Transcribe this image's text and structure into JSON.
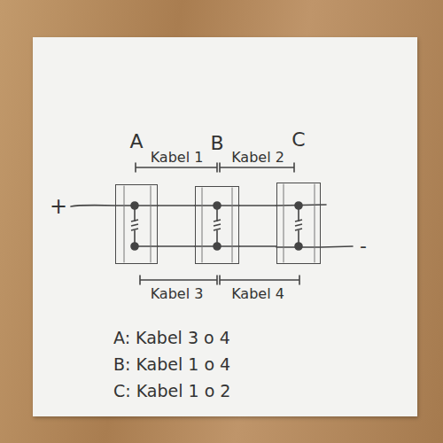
{
  "diagram": {
    "nodes": [
      {
        "text": [
          "A"
        ]
      },
      {
        "text": [
          "B"
        ]
      },
      {
        "text": [
          "C"
        ]
      }
    ],
    "edges": [
      {
        "from": 0,
        "to": 1,
        "arrow": "none",
        "label": "Kabel 1"
      },
      {
        "from": 1,
        "to": 2,
        "arrow": "none",
        "label": "Kabel 2"
      },
      {
        "from": 0,
        "to": 1,
        "arrow": "none",
        "label": "Kabel 3"
      },
      {
        "from": 1,
        "to": 2,
        "arrow": "none",
        "label": "Kabel 4"
      }
    ],
    "labels": [
      "+",
      "-",
      "A: Kabel 3 o 4",
      "B: Kabel 1 o 4",
      "C: Kabel 1 o 2"
    ]
  }
}
